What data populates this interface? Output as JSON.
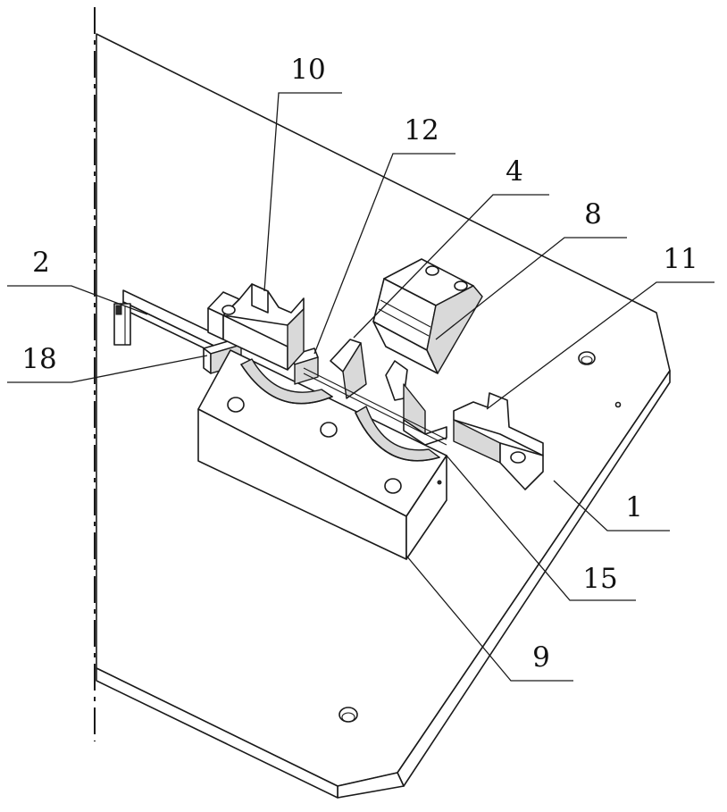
{
  "figure": {
    "labels": [
      {
        "id": "label-10",
        "text": "10"
      },
      {
        "id": "label-12",
        "text": "12"
      },
      {
        "id": "label-4",
        "text": "4"
      },
      {
        "id": "label-8",
        "text": "8"
      },
      {
        "id": "label-11",
        "text": "11"
      },
      {
        "id": "label-2",
        "text": "2"
      },
      {
        "id": "label-18",
        "text": "18"
      },
      {
        "id": "label-1",
        "text": "1"
      },
      {
        "id": "label-15",
        "text": "15"
      },
      {
        "id": "label-9",
        "text": "9"
      }
    ]
  }
}
